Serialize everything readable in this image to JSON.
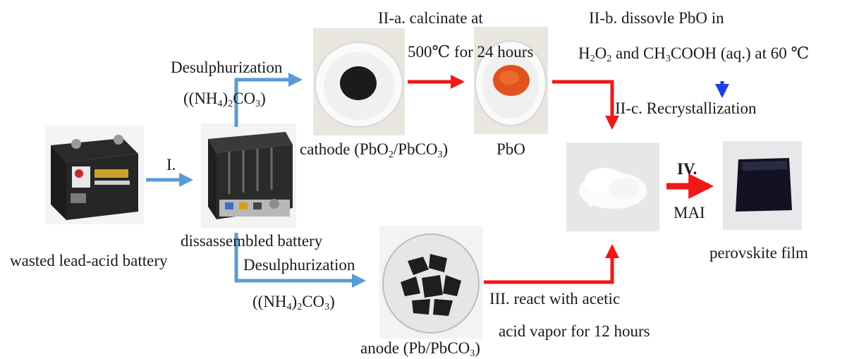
{
  "nodes": {
    "battery": {
      "label": "wasted lead-acid battery"
    },
    "disassembled": {
      "label": "dissassembled battery"
    },
    "cathode": {
      "label_pre": "cathode (PbO",
      "sub1": "2",
      "label_mid": "/PbCO",
      "sub2": "3",
      "label_post": ")"
    },
    "pbo": {
      "label": "PbO"
    },
    "anode": {
      "label_pre": "anode (Pb/PbCO",
      "sub1": "3",
      "label_post": ")"
    },
    "film": {
      "label": "perovskite film"
    }
  },
  "steps": {
    "step1": {
      "label": "I."
    },
    "desulph_top": {
      "label": "Desulphurization",
      "formula_pre": "((NH",
      "sub1": "4",
      "formula_mid": ")",
      "sub2": "2",
      "formula_post1": "CO",
      "sub3": "3",
      "formula_post2": ")"
    },
    "desulph_bottom": {
      "label": "Desulphurization",
      "formula_pre": "((NH",
      "sub1": "4",
      "formula_mid": ")",
      "sub2": "2",
      "formula_post1": "CO",
      "sub3": "3",
      "formula_post2": ")"
    },
    "step2a": {
      "line1": "II-a. calcinate at",
      "line2": "500℃ for 24 hours"
    },
    "step2b": {
      "line1": "II-b. dissovle PbO in",
      "l2_h": "H",
      "l2_s1": "2",
      "l2_o": "O",
      "l2_s2": "2",
      "l2_and": " and CH",
      "l2_s3": "3",
      "l2_rest": "COOH (aq.) at 60 ℃"
    },
    "step2c": {
      "label": "II-c. Recrystallization"
    },
    "step3": {
      "line1": "III. react with acetic",
      "line2": "acid vapor for 12 hours"
    },
    "step4": {
      "label": "IV.",
      "reagent": "MAI"
    }
  },
  "colors": {
    "blue_arrow": "#5b9bd5",
    "red_arrow": "#f01818",
    "dark_blue_arrow": "#1c3fe0"
  }
}
